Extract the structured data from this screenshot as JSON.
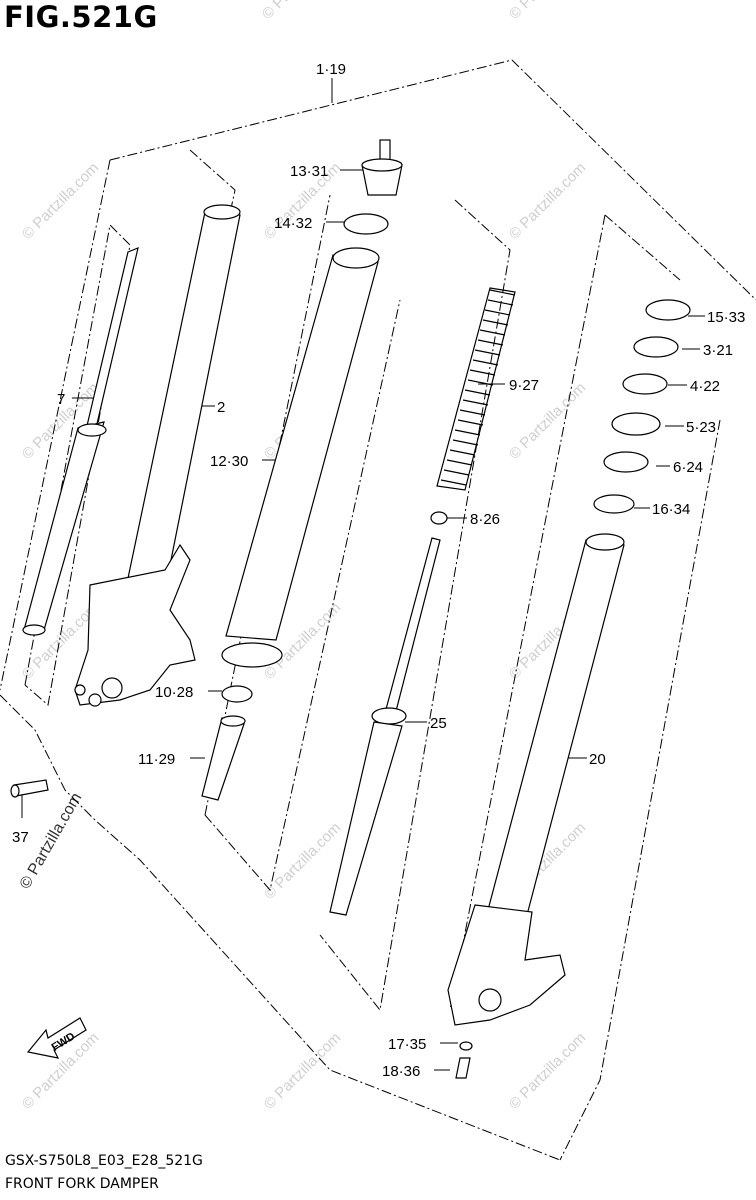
{
  "figure": {
    "title": "FIG.521G"
  },
  "labels": {
    "p1": "1·19",
    "p2": "2",
    "p7": "7",
    "p12": "12·30",
    "p13": "13·31",
    "p14": "14·32",
    "p9": "9·27",
    "p8": "8·26",
    "p15": "15·33",
    "p3": "3·21",
    "p4": "4·22",
    "p5": "5·23",
    "p6": "6·24",
    "p16": "16·34",
    "p10": "10·28",
    "p11": "11·29",
    "p25": "25",
    "p20": "20",
    "p37": "37",
    "p17": "17·35",
    "p18": "18·36"
  },
  "fwd_arrow": "FWD",
  "watermark": {
    "text": "© Partzilla.com",
    "color": "#cfcfcf"
  },
  "footer": {
    "code": "GSX-S750L8_E03_E28_521G",
    "name": "FRONT FORK DAMPER"
  }
}
